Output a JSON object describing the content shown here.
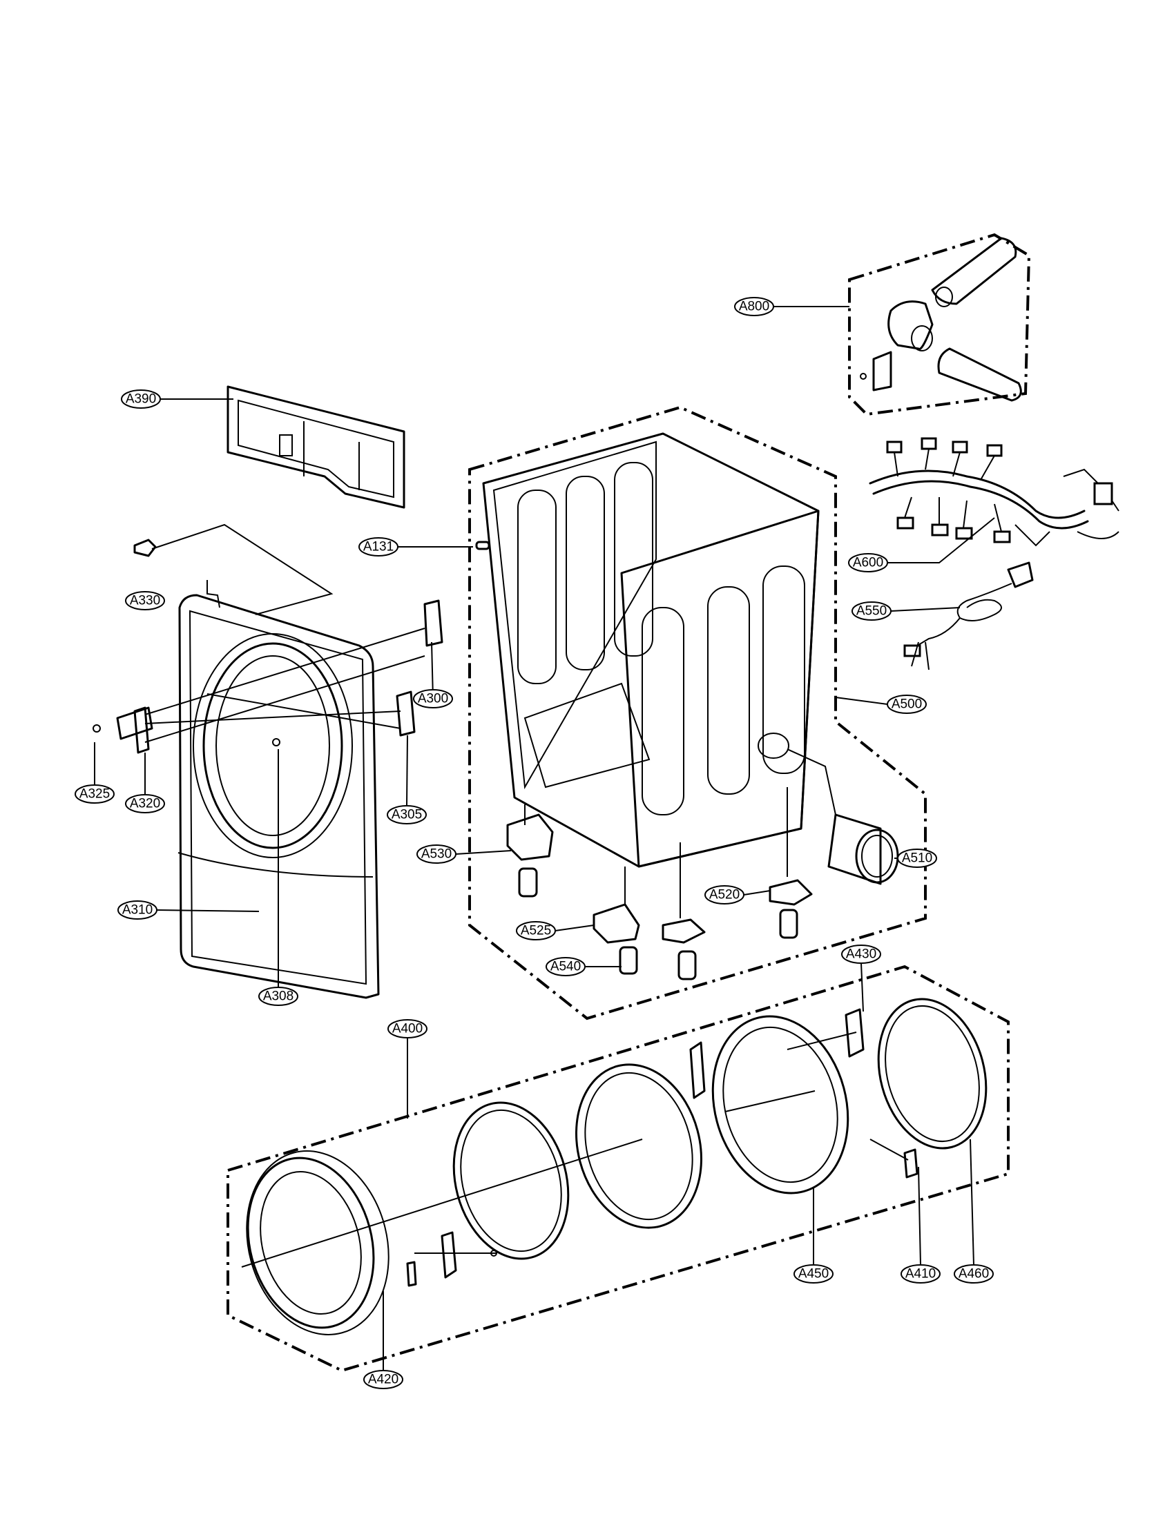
{
  "callouts": [
    {
      "id": "a800",
      "label": "A800"
    },
    {
      "id": "a390",
      "label": "A390"
    },
    {
      "id": "a131",
      "label": "A131"
    },
    {
      "id": "a330",
      "label": "A330"
    },
    {
      "id": "a600",
      "label": "A600"
    },
    {
      "id": "a550",
      "label": "A550"
    },
    {
      "id": "a300",
      "label": "A300"
    },
    {
      "id": "a500",
      "label": "A500"
    },
    {
      "id": "a325",
      "label": "A325"
    },
    {
      "id": "a320",
      "label": "A320"
    },
    {
      "id": "a305",
      "label": "A305"
    },
    {
      "id": "a530",
      "label": "A530"
    },
    {
      "id": "a510",
      "label": "A510"
    },
    {
      "id": "a520",
      "label": "A520"
    },
    {
      "id": "a310",
      "label": "A310"
    },
    {
      "id": "a525",
      "label": "A525"
    },
    {
      "id": "a540",
      "label": "A540"
    },
    {
      "id": "a308",
      "label": "A308"
    },
    {
      "id": "a430",
      "label": "A430"
    },
    {
      "id": "a400",
      "label": "A400"
    },
    {
      "id": "a450",
      "label": "A450"
    },
    {
      "id": "a410",
      "label": "A410"
    },
    {
      "id": "a460",
      "label": "A460"
    },
    {
      "id": "a420",
      "label": "A420"
    }
  ]
}
